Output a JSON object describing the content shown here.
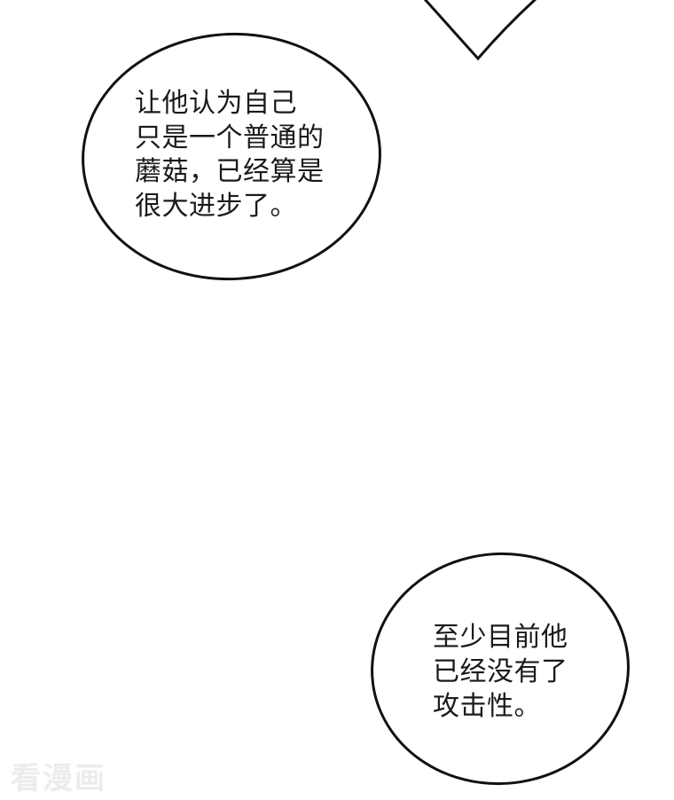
{
  "panel": {
    "background_color": "#ffffff",
    "line_color": "#111111"
  },
  "bubbles": [
    {
      "lines": [
        "让他认为自己",
        "只是一个普通的",
        "蘑菇，已经算是",
        "很大进步了。"
      ]
    },
    {
      "lines": [
        "至少目前他",
        "已经没有了",
        "攻击性。"
      ]
    }
  ],
  "watermark": {
    "text": "看漫画",
    "color": "#ececec"
  }
}
